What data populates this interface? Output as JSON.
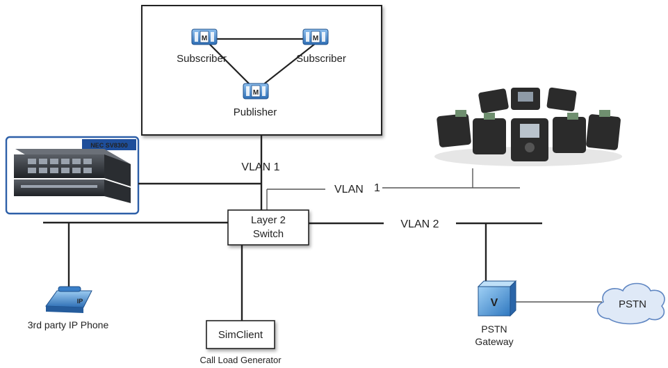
{
  "cluster": {
    "subscriber_left": "Subscriber",
    "subscriber_right": "Subscriber",
    "publisher": "Publisher",
    "server_glyph": "M"
  },
  "pbx": {
    "brand": "NEC SV8300",
    "icon": "pbx-chassis-icon"
  },
  "vlan_top": "VLAN 1",
  "vlan_right_word": "VLAN",
  "vlan_right_num": "1",
  "vlan_2": "VLAN 2",
  "switch": {
    "line1": "Layer 2",
    "line2": "Switch"
  },
  "ip_phone": {
    "label": "3rd party IP Phone",
    "badge": "IP",
    "icon": "ip-phone-icon"
  },
  "simclient": {
    "box": "SimClient",
    "caption": "Call Load Generator"
  },
  "gateway": {
    "line1": "PSTN",
    "line2": "Gateway",
    "glyph": "V",
    "icon": "voice-gateway-icon"
  },
  "pstn_cloud": "PSTN",
  "phones_group": {
    "icon": "desk-phones-group-icon"
  },
  "colors": {
    "server_blue": "#3b7dc4",
    "pbx_border": "#2d5fa8",
    "pbx_title_bg": "#1e4e9a",
    "cloud_fill": "#dfe9f7",
    "cloud_stroke": "#5f86c2",
    "phone_dark": "#2b2b2b"
  }
}
